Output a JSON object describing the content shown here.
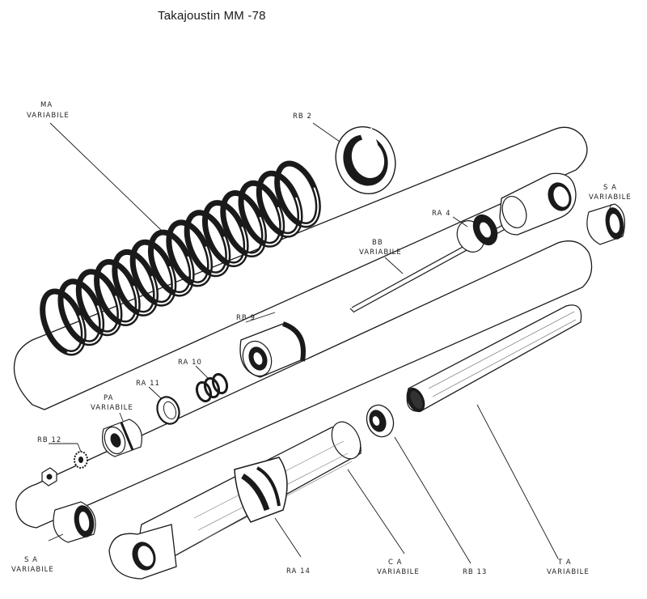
{
  "title": "Takajoustin MM -78",
  "labels": {
    "ma": [
      "MA",
      "VARIABILE"
    ],
    "rb2": "RB 2",
    "ra4": "RA 4",
    "sa_top": [
      "S A",
      "VARIABILE"
    ],
    "bb": [
      "BB",
      "VARIABILE"
    ],
    "rb9": "RB 9",
    "ra10": "RA 10",
    "ra11": "RA 11",
    "pa": [
      "PA",
      "VARIABILE"
    ],
    "rb12": "RB 12",
    "sa_bottom": [
      "S A",
      "VARIABILE"
    ],
    "ra14": "RA 14",
    "ca": [
      "C A",
      "VARIABILE"
    ],
    "rb13": "RB 13",
    "ta": [
      "T A",
      "VARIABILE"
    ]
  }
}
